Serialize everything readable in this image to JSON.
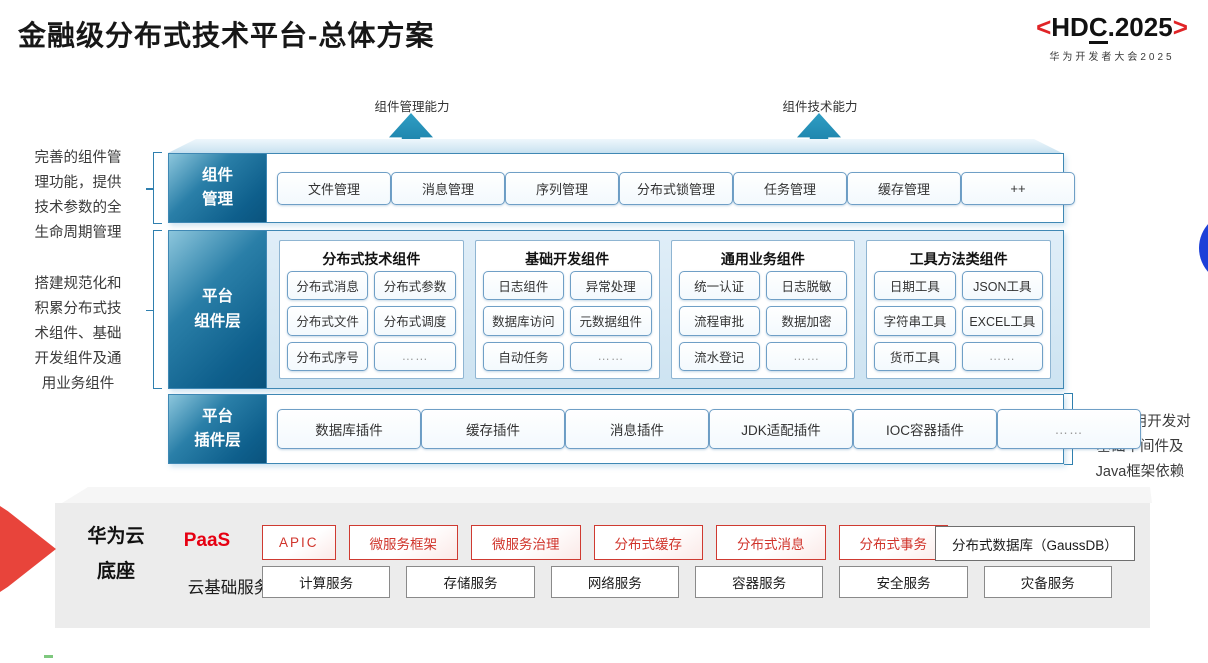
{
  "title": "金融级分布式技术平台-总体方案",
  "logo": {
    "open": "<",
    "pre": "HD",
    "underlined": "C",
    "post": ".2025",
    "close": ">",
    "subtitle": "华为开发者大会2025"
  },
  "capability_arrows": {
    "left": "组件管理能力",
    "right": "组件技术能力"
  },
  "annotations": {
    "component_mgmt_note": "完善的组件管\n理功能，提供\n技术参数的全\n生命周期管理",
    "platform_note": "搭建规范化和\n积累分布式技\n术组件、基础\n开发组件及通\n用业务组件",
    "plugin_note": "解耦应用开发对\n基础中间件及\nJava框架依赖"
  },
  "layers": {
    "component_mgmt": {
      "label": "组件\n管理",
      "items": [
        "文件管理",
        "消息管理",
        "序列管理",
        "分布式锁管理",
        "任务管理",
        "缓存管理",
        "++"
      ]
    },
    "platform_components": {
      "label": "平台\n组件层",
      "columns": [
        {
          "header": "分布式技术组件",
          "items": [
            "分布式消息",
            "分布式参数",
            "分布式文件",
            "分布式调度",
            "分布式序号",
            "……"
          ]
        },
        {
          "header": "基础开发组件",
          "items": [
            "日志组件",
            "异常处理",
            "数据库访问",
            "元数据组件",
            "自动任务",
            "……"
          ]
        },
        {
          "header": "通用业务组件",
          "items": [
            "统一认证",
            "日志脱敏",
            "流程审批",
            "数据加密",
            "流水登记",
            "……"
          ]
        },
        {
          "header": "工具方法类组件",
          "items": [
            "日期工具",
            "JSON工具",
            "字符串工具",
            "EXCEL工具",
            "货币工具",
            "……"
          ]
        }
      ]
    },
    "platform_plugins": {
      "label": "平台\n插件层",
      "items": [
        "数据库插件",
        "缓存插件",
        "消息插件",
        "JDK适配插件",
        "IOC容器插件",
        "……"
      ]
    }
  },
  "foundation": {
    "label": "华为云\n底座",
    "paas": {
      "label": "PaaS",
      "items": [
        "APIC",
        "微服务框架",
        "微服务治理",
        "分布式缓存",
        "分布式消息",
        "分布式事务"
      ],
      "db_item": "分布式数据库（GaussDB）"
    },
    "cloud": {
      "label": "云基础服务",
      "items": [
        "计算服务",
        "存储服务",
        "网络服务",
        "容器服务",
        "安全服务",
        "灾备服务"
      ]
    }
  },
  "colors": {
    "teal_dark": "#0a537d",
    "teal_light": "#8cc6dc",
    "arrow_teal": "#17789f",
    "accent_red": "#e02427",
    "paas_red": "#d0342b",
    "wedge_red": "#e8443b",
    "royal_blue": "#1d40d8",
    "light_blue_fill": "#d9eaf6"
  }
}
